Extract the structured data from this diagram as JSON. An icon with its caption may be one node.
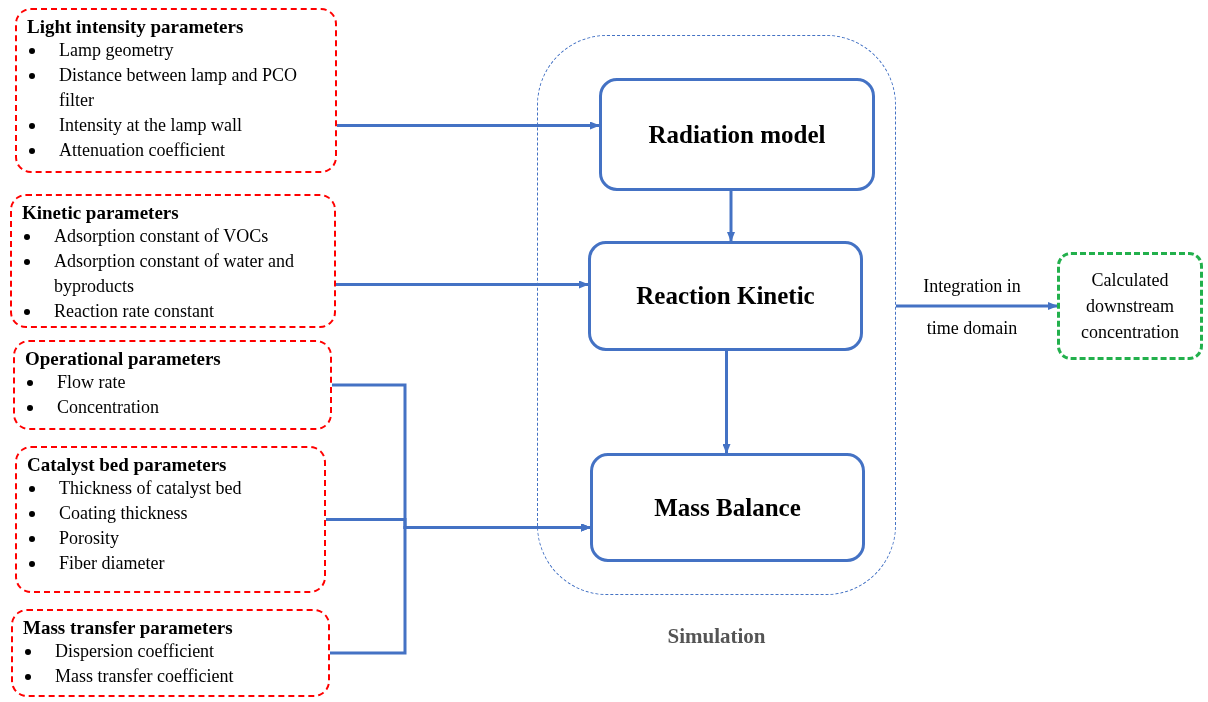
{
  "diagram": {
    "nodes": [
      {
        "text": [
          "Light intensity parameters",
          "Lamp geometry",
          "Distance between lamp and PCO filter",
          "Intensity at the lamp wall",
          "Attenuation coefficient"
        ]
      },
      {
        "text": [
          "Kinetic parameters",
          "Adsorption constant of VOCs",
          "Adsorption constant of water and byproducts",
          "Reaction rate constant"
        ]
      },
      {
        "text": [
          "Operational parameters",
          "Flow rate",
          "Concentration"
        ]
      },
      {
        "text": [
          "Catalyst bed parameters",
          "Thickness of catalyst bed",
          "Coating thickness",
          "Porosity",
          "Fiber diameter"
        ]
      },
      {
        "text": [
          "Mass transfer parameters",
          "Dispersion coefficient",
          "Mass transfer coefficient"
        ]
      },
      {
        "text": [
          "Simulation"
        ]
      },
      {
        "text": [
          "Radiation model"
        ],
        "in": 5
      },
      {
        "text": [
          "Reaction Kinetic"
        ],
        "in": 5
      },
      {
        "text": [
          "Mass Balance"
        ],
        "in": 5
      },
      {
        "text": [
          "Calculated downstream concentration"
        ]
      }
    ],
    "edges": [
      {
        "from": 0,
        "to": 6,
        "arrow": "to"
      },
      {
        "from": 1,
        "to": 7,
        "arrow": "to"
      },
      {
        "from": 6,
        "to": 7,
        "arrow": "to"
      },
      {
        "from": 7,
        "to": 8,
        "arrow": "to"
      },
      {
        "from": 2,
        "to": 8,
        "arrow": "to"
      },
      {
        "from": 3,
        "to": 8,
        "arrow": "to"
      },
      {
        "from": 4,
        "to": 8,
        "arrow": "to"
      },
      {
        "from": 5,
        "to": 9,
        "arrow": "to",
        "label": "Integration in time domain"
      }
    ]
  }
}
